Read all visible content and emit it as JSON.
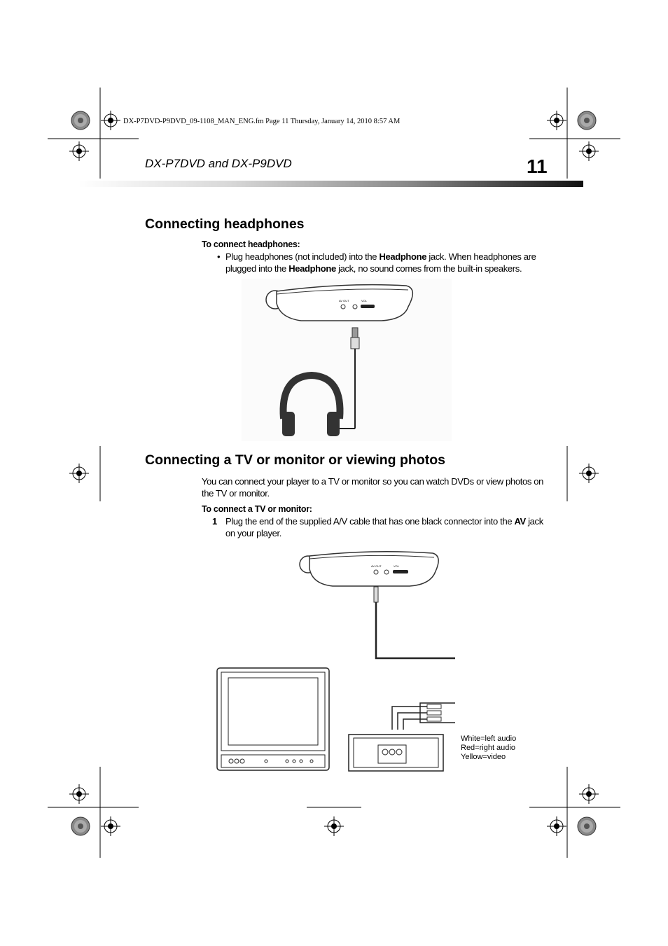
{
  "file_info": "DX-P7DVD-P9DVD_09-1108_MAN_ENG.fm  Page 11  Thursday, January 14, 2010  8:57 AM",
  "header": {
    "running_title": "DX-P7DVD and DX-P9DVD",
    "page_number": "11"
  },
  "section_headphones": {
    "heading": "Connecting headphones",
    "subheading": "To connect headphones:",
    "bullet_marker": "•",
    "bullet_parts": [
      "Plug headphones (not included) into the ",
      "Headphone",
      " jack. When headphones are plugged into the ",
      "Headphone",
      " jack, no sound comes from the built-in speakers."
    ]
  },
  "section_tv": {
    "heading": "Connecting a TV or monitor or viewing photos",
    "intro": "You can connect your player to a TV or monitor so you can watch DVDs or view photos on the TV or monitor.",
    "subheading": "To connect a TV or monitor:",
    "step_number": "1",
    "step_parts": [
      "Plug the end of the supplied A/V cable that has one black connector into the ",
      "AV",
      " jack on your player."
    ],
    "legend": {
      "white": "White=left audio",
      "red": "Red=right audio",
      "yellow": "Yellow=video"
    }
  },
  "figure_labels": {
    "av_out": "AV OUT",
    "vol": "VOL"
  },
  "colors": {
    "text": "#000000",
    "rule_dark": "#111111",
    "figure_line": "#333333"
  }
}
